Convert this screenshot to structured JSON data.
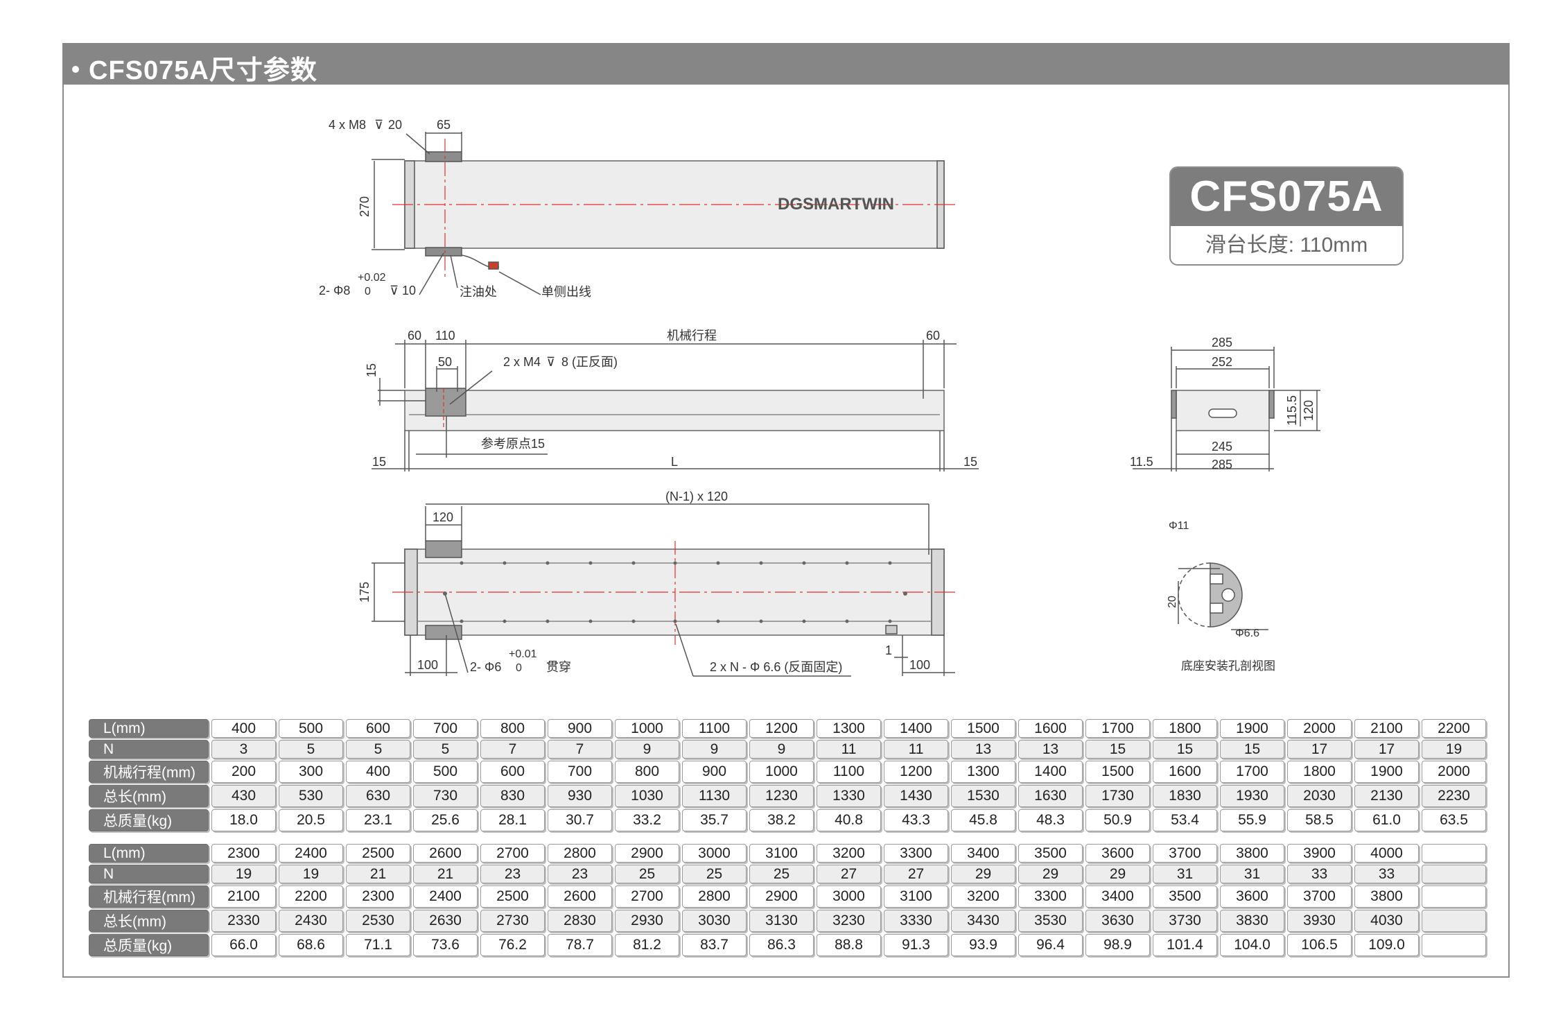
{
  "header": {
    "title": "CFS075A尺寸参数"
  },
  "badge": {
    "model": "CFS075A",
    "slide_length": "滑台长度: 110mm"
  },
  "brand": "DGSMARTWIN",
  "top_view": {
    "thread_note": "4 x M8",
    "thread_depth": "20",
    "width_65": "65",
    "height_270": "270",
    "tol_upper": "+0.02",
    "pin_note": "2- Φ8",
    "tol_lower": "0",
    "pin_depth": "10",
    "oil_label": "注油处",
    "cable_label": "单侧出线"
  },
  "side_view": {
    "d60_left": "60",
    "d110": "110",
    "stroke_label": "机械行程",
    "d60_right": "60",
    "d50": "50",
    "m4_note": "2 x M4",
    "m4_depth": "8 (正反面)",
    "d15_v": "15",
    "ref_origin": "参考原点15",
    "d15_left": "15",
    "length_L": "L",
    "d15_right": "15"
  },
  "bottom_view": {
    "pitch_note": "(N-1) x 120",
    "d120": "120",
    "d175": "175",
    "d100_left": "100",
    "pin2_note": "2- Φ6",
    "tol2_upper": "+0.01",
    "tol2_lower": "0",
    "through": "贯穿",
    "hole_note": "2 x N - Φ 6.6 (反面固定)",
    "d1": "1",
    "d100_right": "100"
  },
  "end_view": {
    "d285_top": "285",
    "d252": "252",
    "d115_5": "115.5",
    "d120": "120",
    "d245": "245",
    "d11_5": "11.5",
    "d285_bottom": "285"
  },
  "section_view": {
    "d11": "Φ11",
    "d20": "20",
    "d6_6": "Φ6.6",
    "caption": "底座安装孔剖视图"
  },
  "table1": {
    "rows": [
      {
        "label": "L(mm)",
        "values": [
          "400",
          "500",
          "600",
          "700",
          "800",
          "900",
          "1000",
          "1100",
          "1200",
          "1300",
          "1400",
          "1500",
          "1600",
          "1700",
          "1800",
          "1900",
          "2000",
          "2100",
          "2200"
        ]
      },
      {
        "label": "N",
        "values": [
          "3",
          "5",
          "5",
          "5",
          "7",
          "7",
          "9",
          "9",
          "9",
          "11",
          "11",
          "13",
          "13",
          "15",
          "15",
          "15",
          "17",
          "17",
          "19"
        ]
      },
      {
        "label": "机械行程(mm)",
        "values": [
          "200",
          "300",
          "400",
          "500",
          "600",
          "700",
          "800",
          "900",
          "1000",
          "1100",
          "1200",
          "1300",
          "1400",
          "1500",
          "1600",
          "1700",
          "1800",
          "1900",
          "2000"
        ]
      },
      {
        "label": "总长(mm)",
        "values": [
          "430",
          "530",
          "630",
          "730",
          "830",
          "930",
          "1030",
          "1130",
          "1230",
          "1330",
          "1430",
          "1530",
          "1630",
          "1730",
          "1830",
          "1930",
          "2030",
          "2130",
          "2230"
        ]
      },
      {
        "label": "总质量(kg)",
        "values": [
          "18.0",
          "20.5",
          "23.1",
          "25.6",
          "28.1",
          "30.7",
          "33.2",
          "35.7",
          "38.2",
          "40.8",
          "43.3",
          "45.8",
          "48.3",
          "50.9",
          "53.4",
          "55.9",
          "58.5",
          "61.0",
          "63.5"
        ]
      }
    ]
  },
  "table2": {
    "rows": [
      {
        "label": "L(mm)",
        "values": [
          "2300",
          "2400",
          "2500",
          "2600",
          "2700",
          "2800",
          "2900",
          "3000",
          "3100",
          "3200",
          "3300",
          "3400",
          "3500",
          "3600",
          "3700",
          "3800",
          "3900",
          "4000",
          ""
        ]
      },
      {
        "label": "N",
        "values": [
          "19",
          "19",
          "21",
          "21",
          "23",
          "23",
          "25",
          "25",
          "25",
          "27",
          "27",
          "29",
          "29",
          "29",
          "31",
          "31",
          "33",
          "33",
          ""
        ]
      },
      {
        "label": "机械行程(mm)",
        "values": [
          "2100",
          "2200",
          "2300",
          "2400",
          "2500",
          "2600",
          "2700",
          "2800",
          "2900",
          "3000",
          "3100",
          "3200",
          "3300",
          "3400",
          "3500",
          "3600",
          "3700",
          "3800",
          ""
        ]
      },
      {
        "label": "总长(mm)",
        "values": [
          "2330",
          "2430",
          "2530",
          "2630",
          "2730",
          "2830",
          "2930",
          "3030",
          "3130",
          "3230",
          "3330",
          "3430",
          "3530",
          "3630",
          "3730",
          "3830",
          "3930",
          "4030",
          ""
        ]
      },
      {
        "label": "总质量(kg)",
        "values": [
          "66.0",
          "68.6",
          "71.1",
          "73.6",
          "76.2",
          "78.7",
          "81.2",
          "83.7",
          "86.3",
          "88.8",
          "91.3",
          "93.9",
          "96.4",
          "98.9",
          "101.4",
          "104.0",
          "106.5",
          "109.0",
          ""
        ]
      }
    ]
  }
}
